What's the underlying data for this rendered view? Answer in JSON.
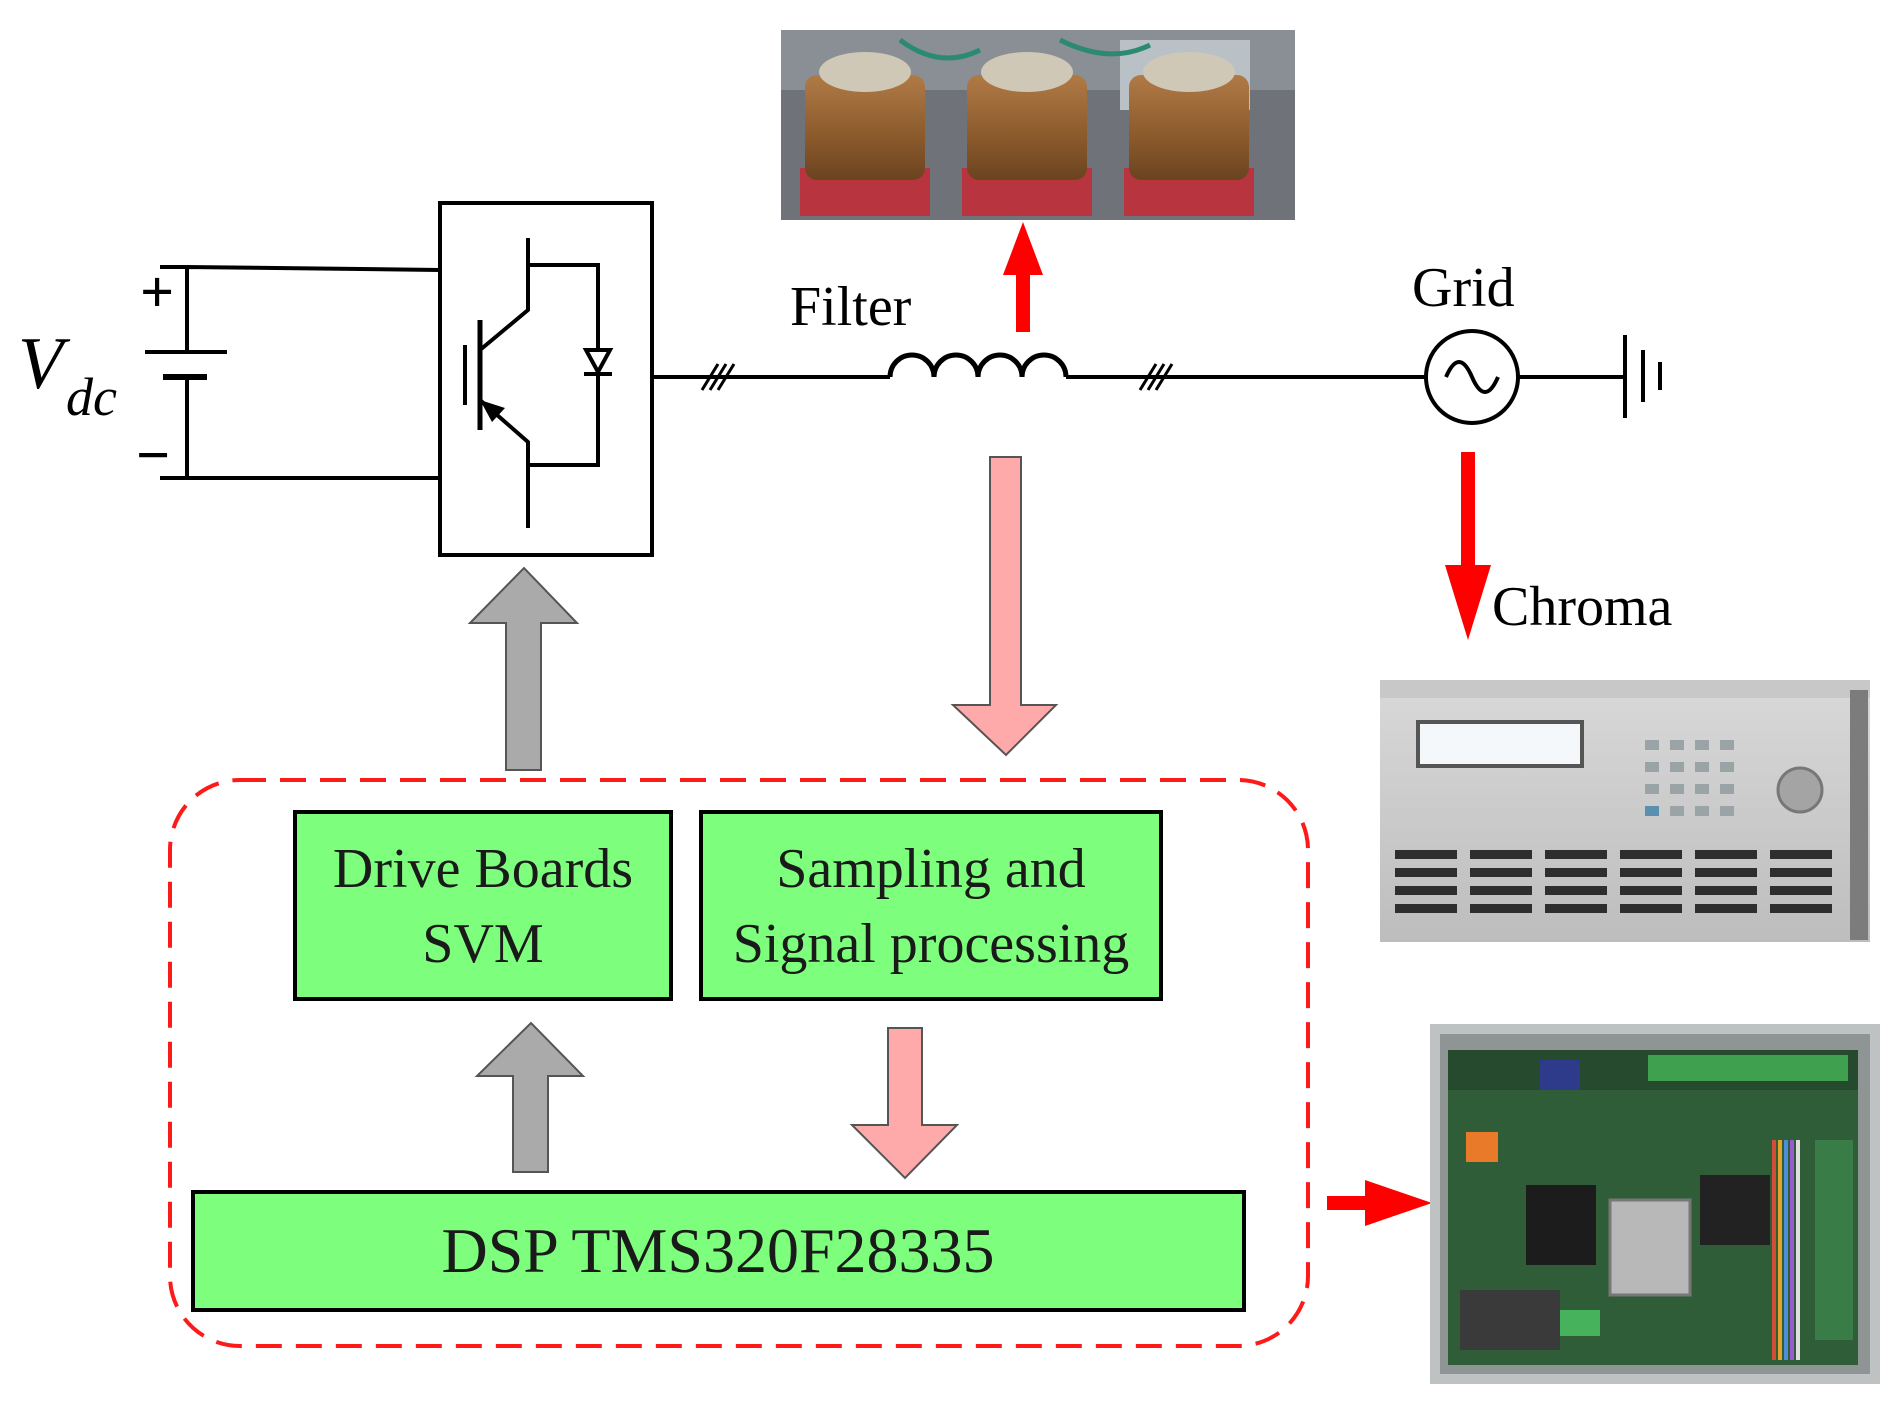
{
  "source": {
    "symbol": "V",
    "subscript": "dc",
    "plus": "+",
    "minus": "−"
  },
  "labels": {
    "filter": "Filter",
    "grid": "Grid",
    "chroma": "Chroma"
  },
  "blocks": {
    "drive_line1": "Drive Boards",
    "drive_line2": "SVM",
    "sampling_line1": "Sampling and",
    "sampling_line2": "Signal processing",
    "dsp": "DSP TMS320F28335"
  },
  "colors": {
    "block_fill": "#7dff7d",
    "dashed_border": "#ff1a1a",
    "red_arrow": "#ff0000",
    "pink_arrow": "#ffaaaa",
    "gray_arrow": "#aaaaaa"
  },
  "photos": {
    "inductors": "inductor-photo",
    "chroma": "grid-simulator-photo",
    "controller": "control-board-photo"
  }
}
